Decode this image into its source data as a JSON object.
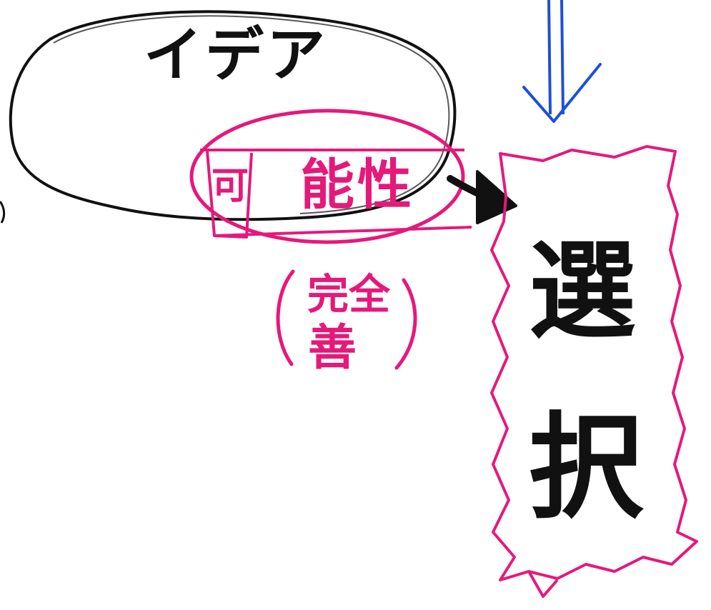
{
  "colors": {
    "ink_black": "#111111",
    "ink_pink": "#e5197a",
    "ink_blue": "#1f4fd6",
    "background": "#ffffff"
  },
  "nodes": {
    "idea": {
      "label": "イデア"
    },
    "possibility": {
      "label_left": "可",
      "label_right": "能性"
    },
    "perfect_good": {
      "line1": "完全",
      "line2": "善"
    },
    "choice": {
      "char1": "選",
      "char2": "択"
    }
  },
  "icons": {
    "top_arrow": "double-down-arrow-icon",
    "connector": "right-arrow-icon"
  }
}
